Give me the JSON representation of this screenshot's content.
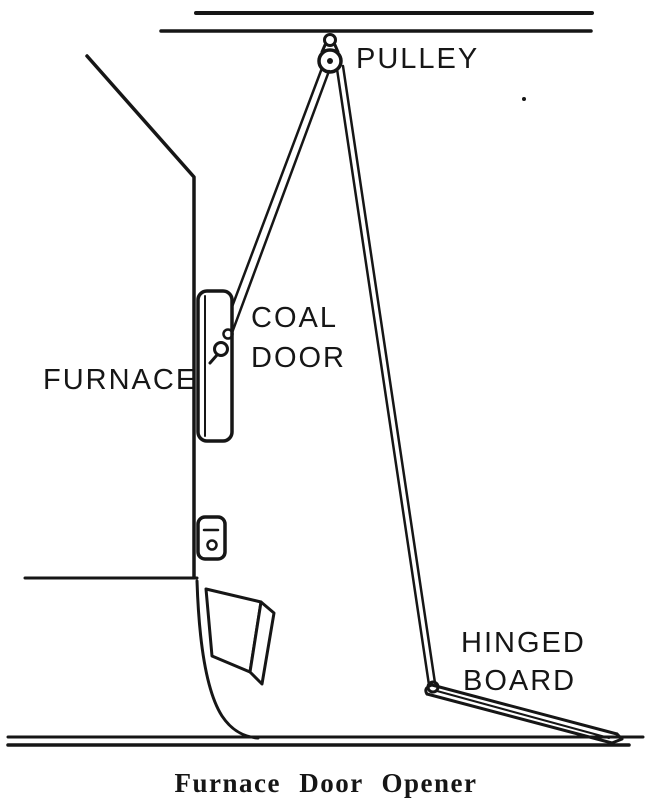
{
  "figure": {
    "caption": "Furnace Door Opener",
    "labels": {
      "pulley": "PULLEY",
      "coal_line1": "COAL",
      "coal_line2": "DOOR",
      "furnace": "FURNACE",
      "hinged_line1": "HINGED",
      "hinged_line2": "BOARD"
    },
    "colors": {
      "ink": "#161616",
      "background": "#ffffff"
    }
  }
}
